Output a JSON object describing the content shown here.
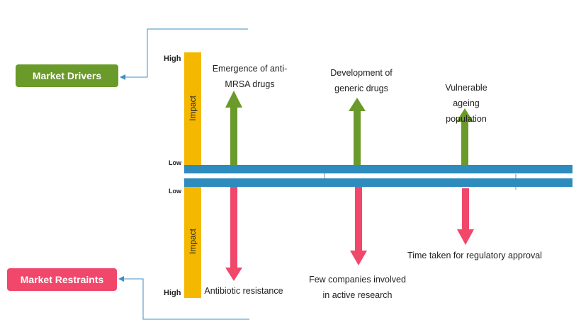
{
  "legend": {
    "drivers": "Market Drivers",
    "restraints": "Market Restraints",
    "drivers_color": "#6a9a2a",
    "restraints_color": "#f0476b"
  },
  "axis": {
    "impact": "Impact",
    "high": "High",
    "low": "Low"
  },
  "drivers": [
    {
      "label_line1": "Emergence of anti-",
      "label_line2": "MRSA drugs"
    },
    {
      "label_line1": "Development of",
      "label_line2": "generic drugs"
    },
    {
      "label_line1": "Vulnerable ageing",
      "label_line2": "population"
    }
  ],
  "restraints": [
    {
      "label_line1": "Antibiotic resistance",
      "label_line2": ""
    },
    {
      "label_line1": "Few companies involved",
      "label_line2": "in active research"
    },
    {
      "label_line1": "Time taken for regulatory approval",
      "label_line2": ""
    }
  ],
  "colors": {
    "timeline": "#2e8bbe",
    "impact_bar": "#f5b800",
    "connector": "#3f8fc4"
  }
}
